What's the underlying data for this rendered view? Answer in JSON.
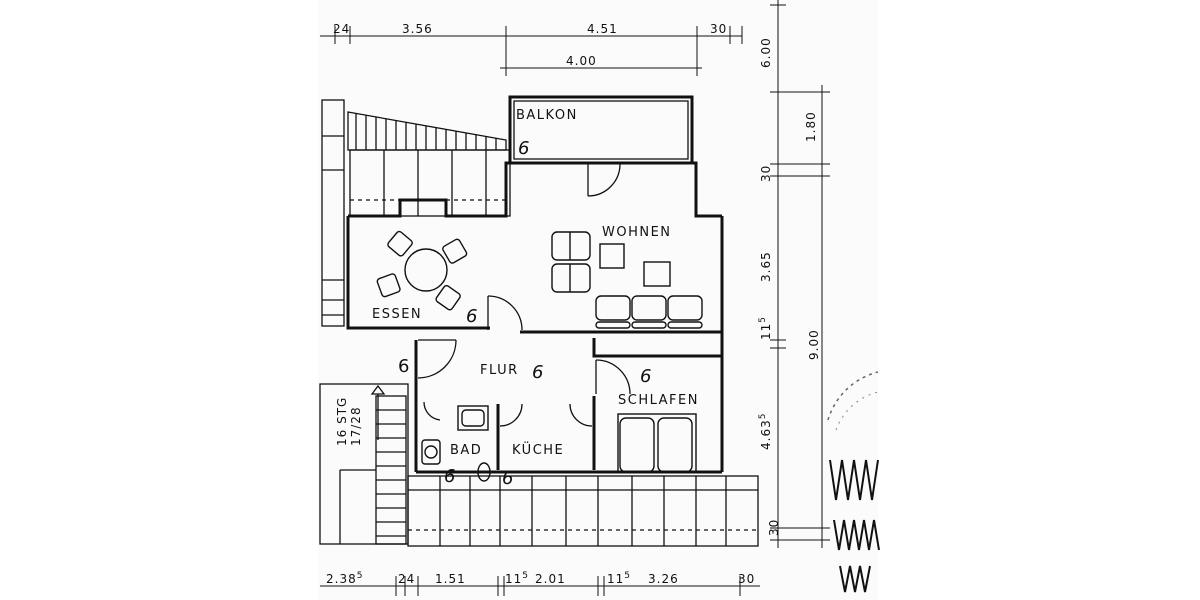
{
  "rooms": {
    "balkon": "BALKON",
    "wohnen": "WOHNEN",
    "essen": "ESSEN",
    "flur": "FLUR",
    "schlafen": "SCHLAFEN",
    "bad": "BAD",
    "kueche": "KÜCHE"
  },
  "handwritten_marks": {
    "balkon": "6",
    "essen": "6",
    "flur": "6",
    "schlafen": "6",
    "bad": "6",
    "kueche": "6",
    "stair_left": "6"
  },
  "stair_label": "16 STG",
  "stair_ratio": "17/28",
  "dimensions": {
    "top_1": "24",
    "top_2": "3.56",
    "top_3": "4.51",
    "top_4": "30",
    "top_inner": "4.00",
    "right_top": "6.00",
    "right_1": "1.80",
    "right_2": "30",
    "right_3": "3.65",
    "right_4": "11",
    "right_4_sup": "5",
    "right_5": "4.63",
    "right_5_sup": "5",
    "right_6": "30",
    "right_total": "9.00",
    "bottom_1": "2.38",
    "bottom_1_sup": "5",
    "bottom_2": "24",
    "bottom_3": "1.51",
    "bottom_4": "11",
    "bottom_4_sup": "5",
    "bottom_5": "2.01",
    "bottom_6": "11",
    "bottom_6_sup": "5",
    "bottom_7": "3.26",
    "bottom_8": "30"
  }
}
